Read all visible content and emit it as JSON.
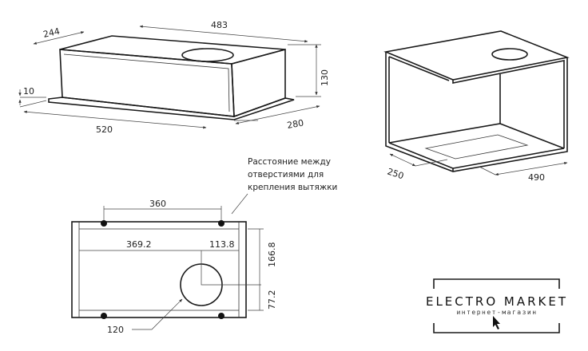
{
  "hood_view": {
    "dim_width_top": "483",
    "dim_depth_top": "244",
    "dim_height": "130",
    "dim_flange": "10",
    "dim_width_bottom": "520",
    "dim_depth_bottom": "280"
  },
  "cabinet_view": {
    "dim_depth": "250",
    "dim_width": "490"
  },
  "plan_view": {
    "note_lines": [
      "Расстояние между",
      "отверстиями для",
      "крепления вытяжки"
    ],
    "dim_holes": "360",
    "dim_left": "369.2",
    "dim_right": "113.8",
    "dim_top": "166.8",
    "dim_bottom": "77.2",
    "dim_diameter": "120"
  },
  "logo": {
    "title": "ELECTRO MARKET",
    "subtitle": "интернет-магазин"
  }
}
